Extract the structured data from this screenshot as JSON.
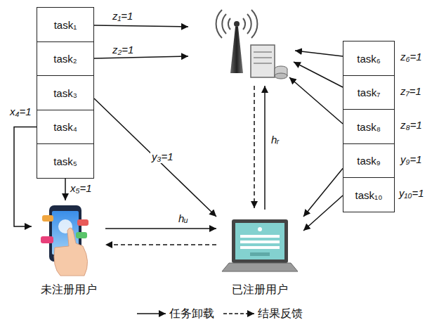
{
  "diagram": {
    "nodes": [
      {
        "text": [
          "task₁"
        ]
      },
      {
        "text": [
          "task₂"
        ]
      },
      {
        "text": [
          "task₃"
        ]
      },
      {
        "text": [
          "task₄"
        ]
      },
      {
        "text": [
          "task₅"
        ]
      },
      {
        "text": [
          "task₆"
        ]
      },
      {
        "text": [
          "task₇"
        ]
      },
      {
        "text": [
          "task₈"
        ]
      },
      {
        "text": [
          "task₉"
        ]
      },
      {
        "text": [
          "task₁₀"
        ]
      },
      {
        "text": [
          "未注册用户"
        ]
      },
      {
        "text": [
          "已注册用户"
        ]
      }
    ],
    "edges": [
      {
        "from": 3,
        "to": 10,
        "label": "x₄=1",
        "arrow": "to"
      },
      {
        "from": 4,
        "to": 10,
        "label": "x₅=1",
        "arrow": "to"
      },
      {
        "from": 2,
        "to": 11,
        "label": "y₃=1",
        "arrow": "to"
      },
      {
        "from": 8,
        "to": 11,
        "arrow": "to"
      },
      {
        "from": 9,
        "to": 11,
        "arrow": "to"
      },
      {
        "from": 10,
        "to": 11,
        "label": "hᵤ",
        "arrow": "to"
      },
      {
        "from": 11,
        "to": 10,
        "arrow": "to"
      }
    ],
    "labels": [
      "z₁=1",
      "z₂=1",
      "z₆=1",
      "z₇=1",
      "z₈=1",
      "y₉=1",
      "y₁₀=1",
      "hᵣ"
    ],
    "legend": [
      {
        "text": "任务卸载"
      },
      {
        "text": "结果反馈"
      }
    ]
  }
}
